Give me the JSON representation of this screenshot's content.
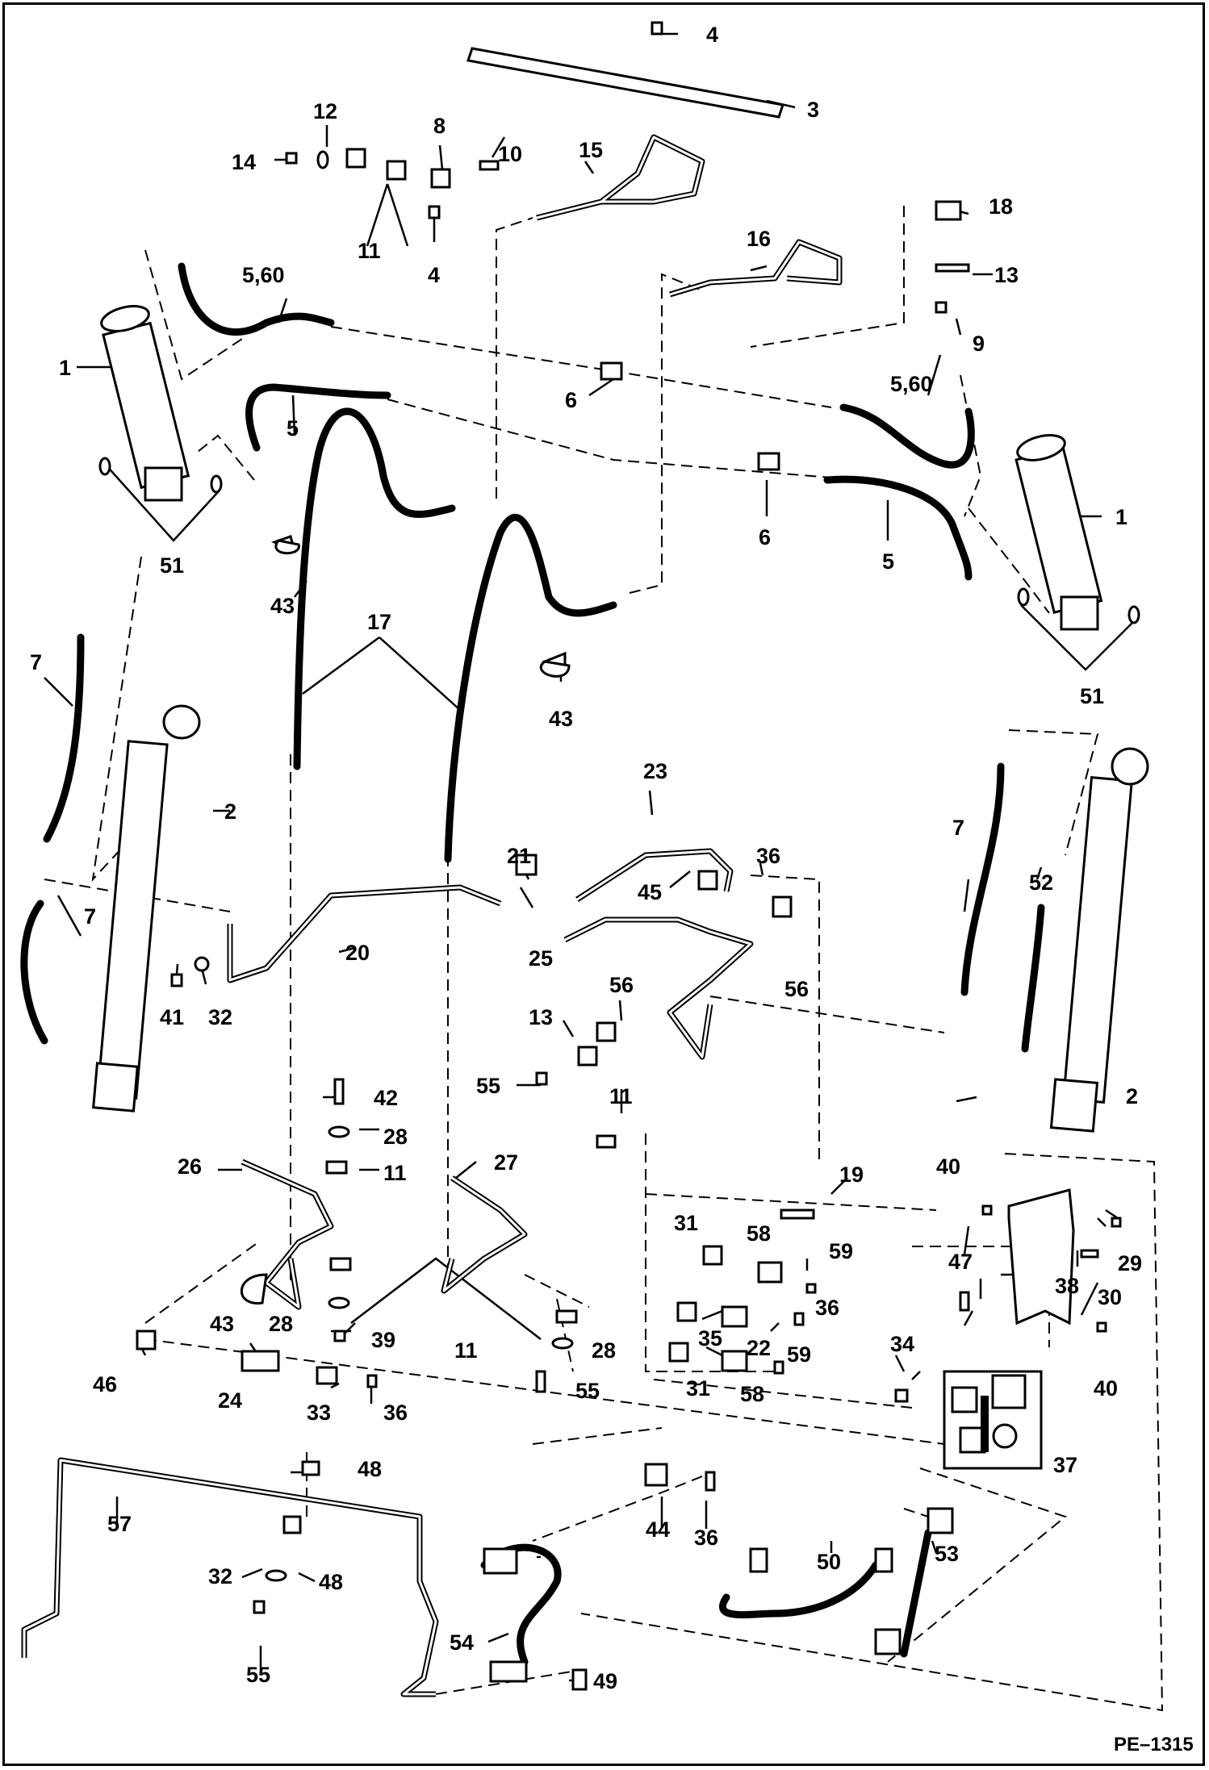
{
  "drawing_code": "PE–1315",
  "callouts": [
    {
      "id": "c4a",
      "text": "4"
    },
    {
      "id": "c3",
      "text": "3"
    },
    {
      "id": "c12",
      "text": "12"
    },
    {
      "id": "c8",
      "text": "8"
    },
    {
      "id": "c10",
      "text": "10"
    },
    {
      "id": "c15",
      "text": "15"
    },
    {
      "id": "c14",
      "text": "14"
    },
    {
      "id": "c11a",
      "text": "11"
    },
    {
      "id": "c4b",
      "text": "4"
    },
    {
      "id": "c18",
      "text": "18"
    },
    {
      "id": "c16",
      "text": "16"
    },
    {
      "id": "c13a",
      "text": "13"
    },
    {
      "id": "c560a",
      "text": "5,60"
    },
    {
      "id": "c9",
      "text": "9"
    },
    {
      "id": "c1a",
      "text": "1"
    },
    {
      "id": "c6a",
      "text": "6"
    },
    {
      "id": "c560b",
      "text": "5,60"
    },
    {
      "id": "c5a",
      "text": "5"
    },
    {
      "id": "c1b",
      "text": "1"
    },
    {
      "id": "c6b",
      "text": "6"
    },
    {
      "id": "c5b",
      "text": "5"
    },
    {
      "id": "c51a",
      "text": "51"
    },
    {
      "id": "c43a",
      "text": "43"
    },
    {
      "id": "c17",
      "text": "17"
    },
    {
      "id": "c7a",
      "text": "7"
    },
    {
      "id": "c51b",
      "text": "51"
    },
    {
      "id": "c43b",
      "text": "43"
    },
    {
      "id": "c2a",
      "text": "2"
    },
    {
      "id": "c23",
      "text": "23"
    },
    {
      "id": "c7b",
      "text": "7"
    },
    {
      "id": "c21",
      "text": "21"
    },
    {
      "id": "c36a",
      "text": "36"
    },
    {
      "id": "c52",
      "text": "52"
    },
    {
      "id": "c45",
      "text": "45"
    },
    {
      "id": "c7c",
      "text": "7"
    },
    {
      "id": "c20",
      "text": "20"
    },
    {
      "id": "c25",
      "text": "25"
    },
    {
      "id": "c56a",
      "text": "56"
    },
    {
      "id": "c41",
      "text": "41"
    },
    {
      "id": "c32a",
      "text": "32"
    },
    {
      "id": "c13b",
      "text": "13"
    },
    {
      "id": "c56b",
      "text": "56"
    },
    {
      "id": "c55a",
      "text": "55"
    },
    {
      "id": "c2b",
      "text": "2"
    },
    {
      "id": "c42",
      "text": "42"
    },
    {
      "id": "c11b",
      "text": "11"
    },
    {
      "id": "c28a",
      "text": "28"
    },
    {
      "id": "c26",
      "text": "26"
    },
    {
      "id": "c11c",
      "text": "11"
    },
    {
      "id": "c27",
      "text": "27"
    },
    {
      "id": "c40a",
      "text": "40"
    },
    {
      "id": "c19",
      "text": "19"
    },
    {
      "id": "c31a",
      "text": "31"
    },
    {
      "id": "c58a",
      "text": "58"
    },
    {
      "id": "c59a",
      "text": "59"
    },
    {
      "id": "c29",
      "text": "29"
    },
    {
      "id": "c47",
      "text": "47"
    },
    {
      "id": "c38",
      "text": "38"
    },
    {
      "id": "c30",
      "text": "30"
    },
    {
      "id": "c43c",
      "text": "43"
    },
    {
      "id": "c28b",
      "text": "28"
    },
    {
      "id": "c36b",
      "text": "36"
    },
    {
      "id": "c39",
      "text": "39"
    },
    {
      "id": "c35",
      "text": "35"
    },
    {
      "id": "c22",
      "text": "22"
    },
    {
      "id": "c11d",
      "text": "11"
    },
    {
      "id": "c28c",
      "text": "28"
    },
    {
      "id": "c34",
      "text": "34"
    },
    {
      "id": "c59b",
      "text": "59"
    },
    {
      "id": "c40b",
      "text": "40"
    },
    {
      "id": "c46",
      "text": "46"
    },
    {
      "id": "c24",
      "text": "24"
    },
    {
      "id": "c33",
      "text": "33"
    },
    {
      "id": "c36c",
      "text": "36"
    },
    {
      "id": "c55b",
      "text": "55"
    },
    {
      "id": "c31b",
      "text": "31"
    },
    {
      "id": "c58b",
      "text": "58"
    },
    {
      "id": "c37",
      "text": "37"
    },
    {
      "id": "c48a",
      "text": "48"
    },
    {
      "id": "c57",
      "text": "57"
    },
    {
      "id": "c44",
      "text": "44"
    },
    {
      "id": "c36d",
      "text": "36"
    },
    {
      "id": "c50",
      "text": "50"
    },
    {
      "id": "c53",
      "text": "53"
    },
    {
      "id": "c32b",
      "text": "32"
    },
    {
      "id": "c48b",
      "text": "48"
    },
    {
      "id": "c54",
      "text": "54"
    },
    {
      "id": "c55c",
      "text": "55"
    },
    {
      "id": "c49",
      "text": "49"
    }
  ]
}
